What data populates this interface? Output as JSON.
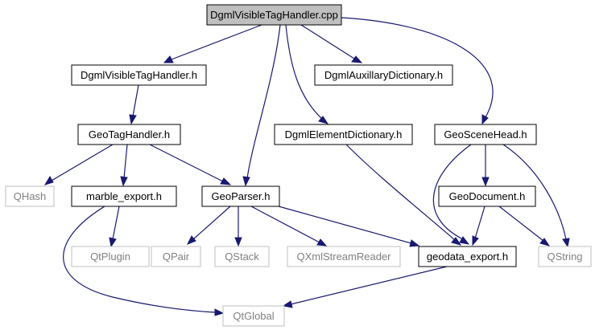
{
  "diagram": {
    "type": "include-dependency-graph",
    "colors": {
      "edge": "#191970",
      "root_fill": "#bfbfbf",
      "node_border": "#000000",
      "external_border": "#bfbfbf",
      "external_text": "#808080"
    },
    "nodes": {
      "root": "DgmlVisibleTagHandler.cpp",
      "visible_h": "DgmlVisibleTagHandler.h",
      "aux_dict": "DgmlAuxillaryDictionary.h",
      "geotag": "GeoTagHandler.h",
      "elem_dict": "DgmlElementDictionary.h",
      "scenehead": "GeoSceneHead.h",
      "qhash": "QHash",
      "marble_export": "marble_export.h",
      "geoparser": "GeoParser.h",
      "geodocument": "GeoDocument.h",
      "qplugin": "QtPlugin",
      "qpair": "QPair",
      "qstack": "QStack",
      "qxml": "QXmlStreamReader",
      "geodata_export": "geodata_export.h",
      "qstring": "QString",
      "qtglobal": "QtGlobal"
    }
  }
}
